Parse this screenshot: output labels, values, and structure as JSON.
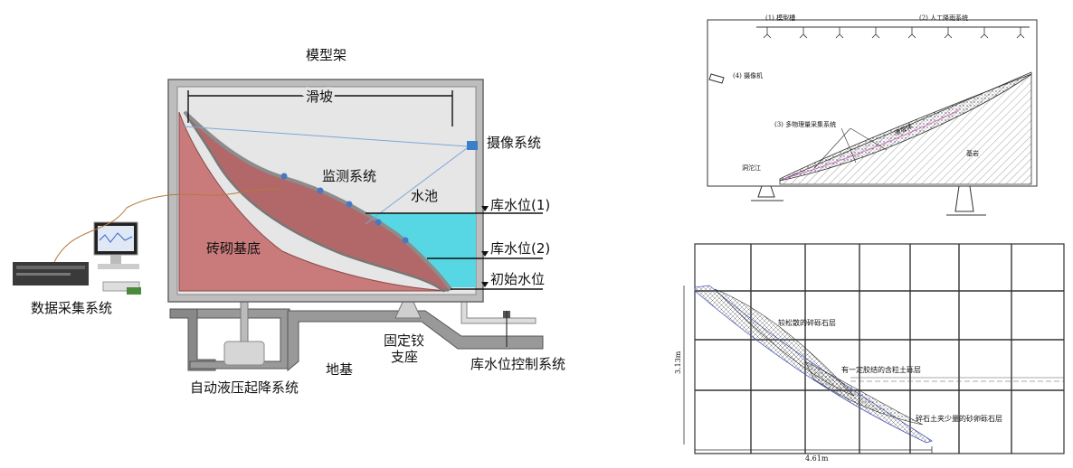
{
  "left": {
    "frame_title": "模型架",
    "slope": "滑坡",
    "camera": "摄像系统",
    "monitoring": "监测系统",
    "pool": "水池",
    "base": "砖砌基底",
    "level1": "库水位(1)",
    "level2": "库水位(2)",
    "level_initial": "初始水位",
    "daq": "数据采集系统",
    "hinge_line1": "固定铰",
    "hinge_line2": "支座",
    "ground": "地基",
    "lift": "自动液压起降系统",
    "level_control": "库水位控制系统"
  },
  "right_top": {
    "model_frame": "(1) 模型槽",
    "rain": "(2) 人工降雨系统",
    "camera": "(4) 摄像机",
    "multi": "(3) 多物理量采集系统",
    "slide_body": "滑坡体",
    "bedrock": "基岩",
    "bottom_label": "洞沱江"
  },
  "right_bottom": {
    "loose": "较松散的碎砾石层",
    "cemented": "有一定胶结的含粒土砾层",
    "gravel": "碎石土夹少量的砂卵砾石层",
    "height": "3.13m",
    "width": "4.61m"
  }
}
